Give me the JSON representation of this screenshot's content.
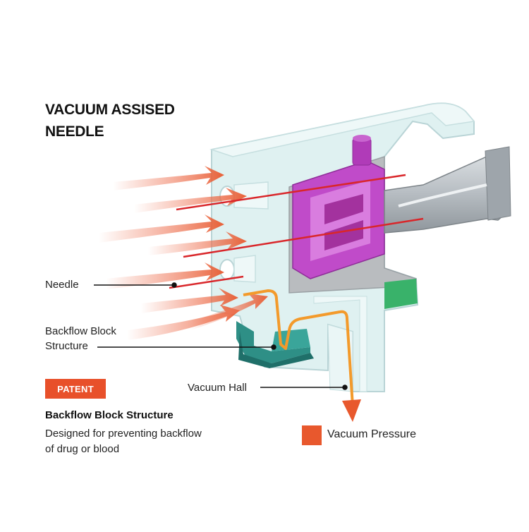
{
  "title": {
    "line1": "VACUUM ASSISED",
    "line2": "NEEDLE"
  },
  "labels": {
    "needle": "Needle",
    "backflow_line1": "Backflow Block",
    "backflow_line2": "Structure",
    "vacuum_hall": "Vacuum Hall"
  },
  "patent": {
    "badge": "PATENT",
    "feature_title": "Backflow Block Structure",
    "feature_desc_line1": "Designed for preventing backflow",
    "feature_desc_line2": "of drug or blood"
  },
  "legend": {
    "label": "Vacuum Pressure",
    "color": "#e8582d"
  },
  "colors": {
    "housing": "#dff1f1",
    "housing_stroke": "#b9d4d6",
    "hub": "#c04bc9",
    "arrow": "#ef7a5c",
    "needle_line": "#d9262a",
    "vacuum_path": "#f39a2b",
    "seal": "#2e8f86"
  }
}
